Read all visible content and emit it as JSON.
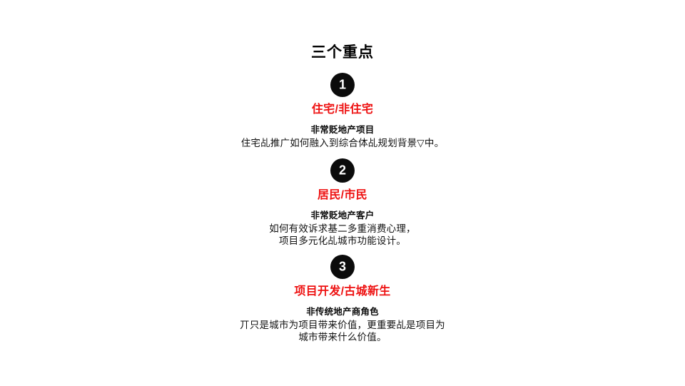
{
  "slide": {
    "title": "三个重点",
    "background_color": "#ffffff",
    "accent_color": "#ee1111",
    "badge_color": "#0b0b0b",
    "text_color": "#111111"
  },
  "sections": [
    {
      "number": "1",
      "heading": "住宅/非住宅",
      "subtitle": "非常贬地产项目",
      "body_lines": [
        "住宅乩推广如何融入到综合体乩规划背景▽中。"
      ]
    },
    {
      "number": "2",
      "heading": "居民/市民",
      "subtitle": "非常贬地产客户",
      "body_lines": [
        "如何有效诉求基二多重消费心理，",
        "项目多元化乩城市功能设计。"
      ]
    },
    {
      "number": "3",
      "heading": "项目开发/古城新生",
      "subtitle": "非传统地产商角色",
      "body_lines": [
        "丌只是城市为项目带来价值，更重要乩是项目为",
        "城市带来什么价值。"
      ]
    }
  ]
}
